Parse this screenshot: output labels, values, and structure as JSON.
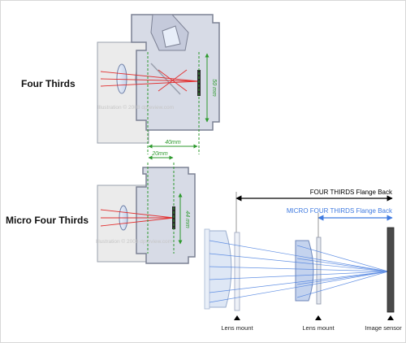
{
  "labels": {
    "four_thirds": "Four Thirds",
    "micro_four_thirds": "Micro Four Thirds",
    "ft_flange_back": "FOUR THIRDS Flange Back",
    "mft_flange_back": "MICRO FOUR THIRDS Flange Back",
    "lens_mount_1": "Lens mount",
    "lens_mount_2": "Lens mount",
    "image_sensor": "Image sensor"
  },
  "dimensions": {
    "ft_sensor_height": "50 mm",
    "ft_flange": "40mm",
    "mft_flange": "20mm",
    "mft_sensor_height": "44 mm"
  },
  "watermarks": {
    "ft": "Illustration © 2008 dpreview.com",
    "mft": "Illustration © 2008 dpreview.com"
  },
  "colors": {
    "body_fill": "#d7dbe6",
    "body_stroke": "#7c8194",
    "lens_barrel": "#e8e8e8",
    "green": "#2e9a2e",
    "red_rays": "#e23030",
    "blue_rays": "#4a7fe0",
    "sensor": "#2a2a2a"
  }
}
